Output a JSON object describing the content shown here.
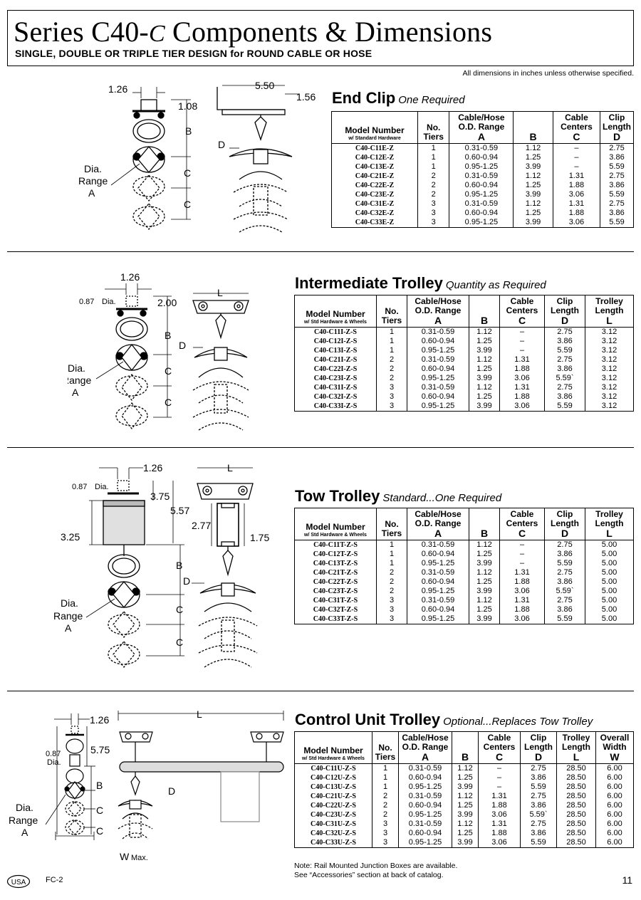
{
  "header": {
    "title_main": "Series C40-",
    "title_ital": "C",
    "title_rest": " Components & Dimensions",
    "subtitle": "SINGLE, DOUBLE OR TRIPLE TIER DESIGN for ROUND CABLE OR HOSE",
    "dimension_note": "All dimensions in inches unless otherwise specified."
  },
  "sections": {
    "end_clip": {
      "title": "End Clip",
      "subtitle": "One Required",
      "headers": {
        "model": "Model Number",
        "model_sub": "w/ Standard Hardware",
        "tiers": "No. Tiers",
        "od": "Cable/Hose O.D. Range",
        "od_letter": "A",
        "b": "B",
        "centers": "Cable Centers",
        "centers_letter": "C",
        "clip": "Clip Length",
        "clip_letter": "D"
      },
      "rows": [
        [
          "C40-C11E-Z",
          "1",
          "0.31-0.59",
          "1.12",
          "–",
          "2.75"
        ],
        [
          "C40-C12E-Z",
          "1",
          "0.60-0.94",
          "1.25",
          "–",
          "3.86"
        ],
        [
          "C40-C13E-Z",
          "1",
          "0.95-1.25",
          "3.99",
          "–",
          "5.59"
        ],
        [
          "C40-C21E-Z",
          "2",
          "0.31-0.59",
          "1.12",
          "1.31",
          "2.75"
        ],
        [
          "C40-C22E-Z",
          "2",
          "0.60-0.94",
          "1.25",
          "1.88",
          "3.86"
        ],
        [
          "C40-C23E-Z",
          "2",
          "0.95-1.25",
          "3.99",
          "3.06",
          "5.59"
        ],
        [
          "C40-C31E-Z",
          "3",
          "0.31-0.59",
          "1.12",
          "1.31",
          "2.75"
        ],
        [
          "C40-C32E-Z",
          "3",
          "0.60-0.94",
          "1.25",
          "1.88",
          "3.86"
        ],
        [
          "C40-C33E-Z",
          "3",
          "0.95-1.25",
          "3.99",
          "3.06",
          "5.59"
        ]
      ],
      "diagram": {
        "dim1": "1.26",
        "dim2": "1.08",
        "dim3": "5.50",
        "dim4": "1.56",
        "b": "B",
        "c": "C",
        "d": "D",
        "dia1": "Dia.",
        "dia2": "Range",
        "dia3": "A"
      }
    },
    "intermediate": {
      "title": "Intermediate Trolley",
      "subtitle": "Quantity as Required",
      "headers": {
        "model": "Model Number",
        "model_sub": "w/ Std Hardware & Wheels",
        "tiers": "No. Tiers",
        "od": "Cable/Hose O.D. Range",
        "od_letter": "A",
        "b": "B",
        "centers": "Cable Centers",
        "centers_letter": "C",
        "clip": "Clip Length",
        "clip_letter": "D",
        "trolley": "Trolley Length",
        "trolley_letter": "L"
      },
      "rows": [
        [
          "C40-C11I-Z-S",
          "1",
          "0.31-0.59",
          "1.12",
          "–",
          "2.75",
          "3.12"
        ],
        [
          "C40-C12I-Z-S",
          "1",
          "0.60-0.94",
          "1.25",
          "–",
          "3.86",
          "3.12"
        ],
        [
          "C40-C13I-Z-S",
          "1",
          "0.95-1.25",
          "3.99",
          "–",
          "5.59",
          "3.12"
        ],
        [
          "C40-C21I-Z-S",
          "2",
          "0.31-0.59",
          "1.12",
          "1.31",
          "2.75",
          "3.12"
        ],
        [
          "C40-C22I-Z-S",
          "2",
          "0.60-0.94",
          "1.25",
          "1.88",
          "3.86",
          "3.12"
        ],
        [
          "C40-C23I-Z-S",
          "2",
          "0.95-1.25",
          "3.99",
          "3.06",
          "5.59`",
          "3.12"
        ],
        [
          "C40-C31I-Z-S",
          "3",
          "0.31-0.59",
          "1.12",
          "1.31",
          "2.75",
          "3.12"
        ],
        [
          "C40-C32I-Z-S",
          "3",
          "0.60-0.94",
          "1.25",
          "1.88",
          "3.86",
          "3.12"
        ],
        [
          "C40-C33I-Z-S",
          "3",
          "0.95-1.25",
          "3.99",
          "3.06",
          "5.59",
          "3.12"
        ]
      ],
      "diagram": {
        "dim1": "1.26",
        "dim2": "0.87",
        "dim2b": "Dia.",
        "dim3": "2.00",
        "l": "L",
        "b": "B",
        "c": "C",
        "d": "D",
        "dia1": "Dia.",
        "dia2": "Range",
        "dia3": "A"
      }
    },
    "tow": {
      "title": "Tow Trolley",
      "subtitle": "Standard...One Required",
      "headers": {
        "model": "Model Number",
        "model_sub": "w/ Std Hardware & Wheels",
        "tiers": "No. Tiers",
        "od": "Cable/Hose O.D. Range",
        "od_letter": "A",
        "b": "B",
        "centers": "Cable Centers",
        "centers_letter": "C",
        "clip": "Clip Length",
        "clip_letter": "D",
        "trolley": "Trolley Length",
        "trolley_letter": "L"
      },
      "rows": [
        [
          "C40-C11T-Z-S",
          "1",
          "0.31-0.59",
          "1.12",
          "–",
          "2.75",
          "5.00"
        ],
        [
          "C40-C12T-Z-S",
          "1",
          "0.60-0.94",
          "1.25",
          "–",
          "3.86",
          "5.00"
        ],
        [
          "C40-C13T-Z-S",
          "1",
          "0.95-1.25",
          "3.99",
          "–",
          "5.59",
          "5.00"
        ],
        [
          "C40-C21T-Z-S",
          "2",
          "0.31-0.59",
          "1.12",
          "1.31",
          "2.75",
          "5.00"
        ],
        [
          "C40-C22T-Z-S",
          "2",
          "0.60-0.94",
          "1.25",
          "1.88",
          "3.86",
          "5.00"
        ],
        [
          "C40-C23T-Z-S",
          "2",
          "0.95-1.25",
          "3.99",
          "3.06",
          "5.59`",
          "5.00"
        ],
        [
          "C40-C31T-Z-S",
          "3",
          "0.31-0.59",
          "1.12",
          "1.31",
          "2.75",
          "5.00"
        ],
        [
          "C40-C32T-Z-S",
          "3",
          "0.60-0.94",
          "1.25",
          "1.88",
          "3.86",
          "5.00"
        ],
        [
          "C40-C33T-Z-S",
          "3",
          "0.95-1.25",
          "3.99",
          "3.06",
          "5.59",
          "5.00"
        ]
      ],
      "diagram": {
        "dim1": "1.26",
        "dim2": "0.87",
        "dim2b": "Dia.",
        "dim3": "3.75",
        "dim4": "5.57",
        "dim5": "3.25",
        "dim6": "2.77",
        "dim7": "1.75",
        "l": "L",
        "b": "B",
        "c": "C",
        "d": "D",
        "dia1": "Dia.",
        "dia2": "Range",
        "dia3": "A"
      }
    },
    "control": {
      "title": "Control Unit Trolley",
      "subtitle": "Optional...Replaces Tow Trolley",
      "headers": {
        "model": "Model Number",
        "model_sub": "w/ Std Hardware & Wheels",
        "tiers": "No. Tiers",
        "od": "Cable/Hose O.D. Range",
        "od_letter": "A",
        "b": "B",
        "centers": "Cable Centers",
        "centers_letter": "C",
        "clip": "Clip Length",
        "clip_letter": "D",
        "trolley": "Trolley Length",
        "trolley_letter": "L",
        "width": "Overall Width",
        "width_letter": "W"
      },
      "rows": [
        [
          "C40-C11U-Z-S",
          "1",
          "0.31-0.59",
          "1.12",
          "–",
          "2.75",
          "28.50",
          "6.00"
        ],
        [
          "C40-C12U-Z-S",
          "1",
          "0.60-0.94",
          "1.25",
          "–",
          "3.86",
          "28.50",
          "6.00"
        ],
        [
          "C40-C13U-Z-S",
          "1",
          "0.95-1.25",
          "3.99",
          "–",
          "5.59",
          "28.50",
          "6.00"
        ],
        [
          "C40-C21U-Z-S",
          "2",
          "0.31-0.59",
          "1.12",
          "1.31",
          "2.75",
          "28.50",
          "6.00"
        ],
        [
          "C40-C22U-Z-S",
          "2",
          "0.60-0.94",
          "1.25",
          "1.88",
          "3.86",
          "28.50",
          "6.00"
        ],
        [
          "C40-C23U-Z-S",
          "2",
          "0.95-1.25",
          "3.99",
          "3.06",
          "5.59`",
          "28.50",
          "6.00"
        ],
        [
          "C40-C31U-Z-S",
          "3",
          "0.31-0.59",
          "1.12",
          "1.31",
          "2.75",
          "28.50",
          "6.00"
        ],
        [
          "C40-C32U-Z-S",
          "3",
          "0.60-0.94",
          "1.25",
          "1.88",
          "3.86",
          "28.50",
          "6.00"
        ],
        [
          "C40-C33U-Z-S",
          "3",
          "0.95-1.25",
          "3.99",
          "3.06",
          "5.59",
          "28.50",
          "6.00"
        ]
      ],
      "diagram": {
        "dim1": "1.26",
        "dim2": "0.87",
        "dim2b": "Dia.",
        "dim3": "5.75",
        "l": "L",
        "b": "B",
        "c": "C",
        "d": "D",
        "w": "W",
        "wmax": "Max.",
        "dia1": "Dia.",
        "dia2": "Range",
        "dia3": "A"
      }
    }
  },
  "footer": {
    "note1": "Note: Rail Mounted Junction Boxes are available.",
    "note2": "See “Accessories” section at back of catalog.",
    "usa": "USA",
    "code": "FC-2",
    "page": "11"
  }
}
